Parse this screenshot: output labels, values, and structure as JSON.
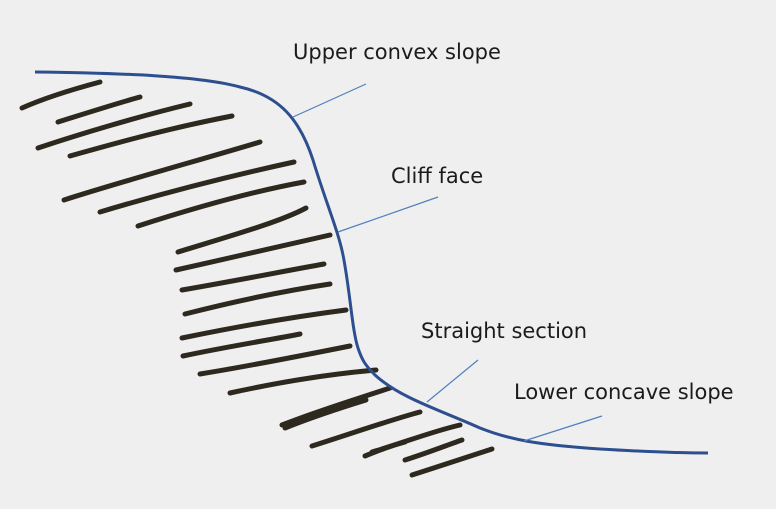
{
  "colors": {
    "background": "#efefef",
    "slope_profile": "#2d4f8f",
    "leader_lines": "#4f7fbd",
    "strata": "#2e291f",
    "text": "#1b1b1b"
  },
  "labels": {
    "upper_convex": "Upper convex slope",
    "cliff_face": "Cliff face",
    "straight_section": "Straight section",
    "lower_concave": "Lower concave slope"
  }
}
